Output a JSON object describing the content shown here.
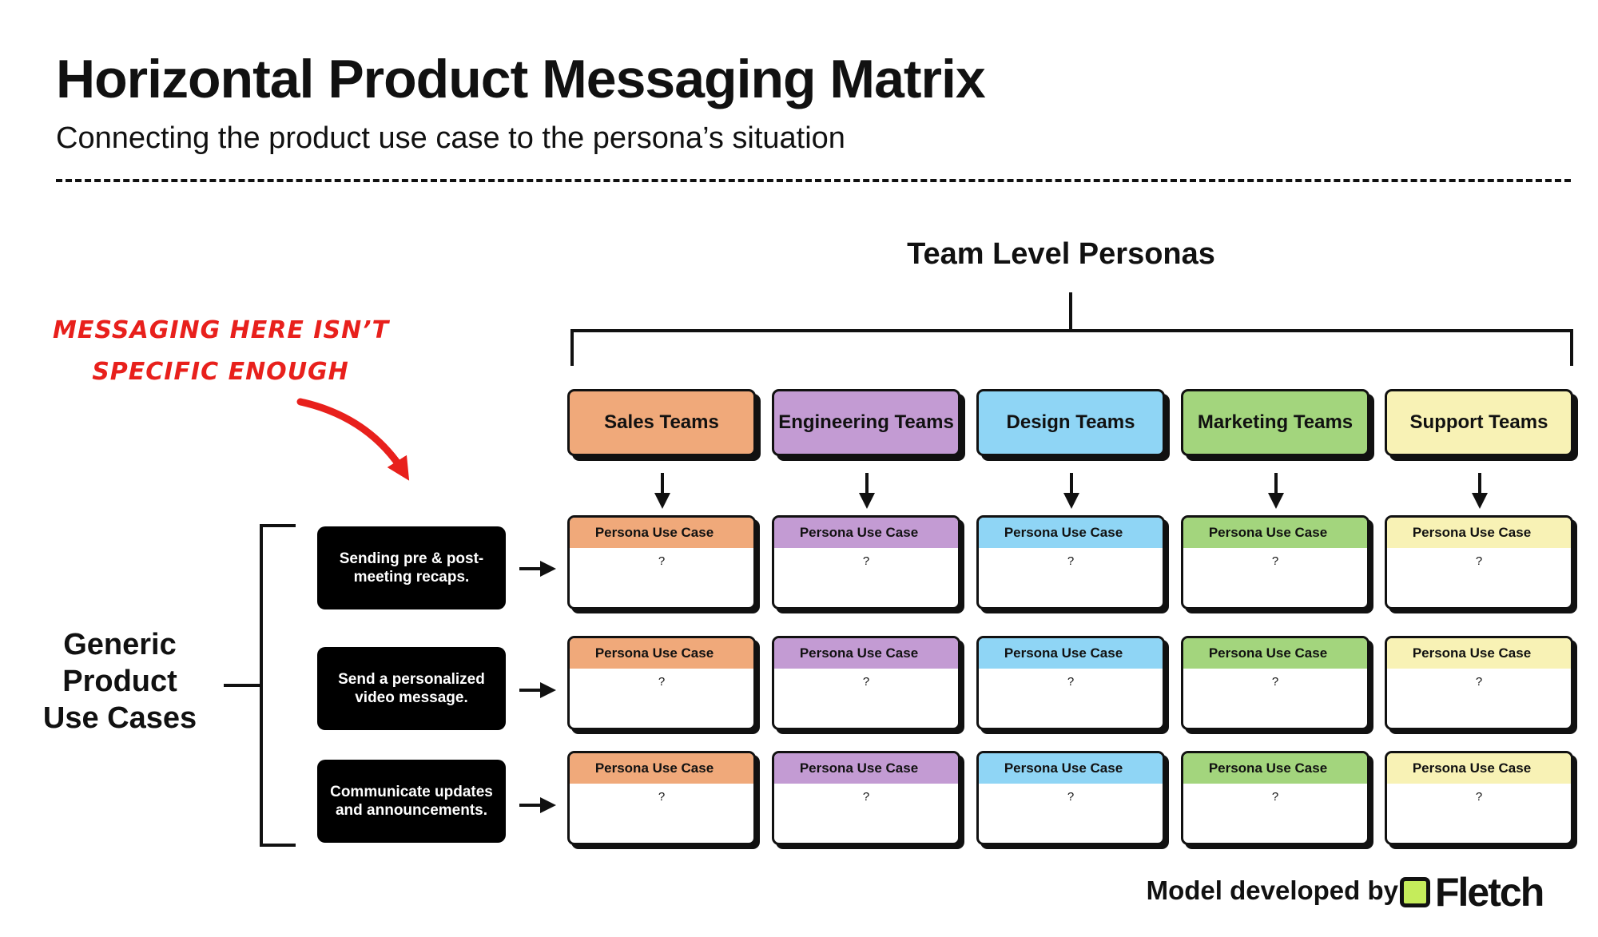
{
  "header": {
    "title": "Horizontal Product Messaging Matrix",
    "subtitle": "Connecting the product use case to the persona’s situation"
  },
  "personas": {
    "heading": "Team Level Personas",
    "teams": [
      {
        "label": "Sales Teams",
        "color": "#f0a97a"
      },
      {
        "label": "Engineering Teams",
        "color": "#c39bd3"
      },
      {
        "label": "Design Teams",
        "color": "#8fd5f5"
      },
      {
        "label": "Marketing Teams",
        "color": "#a3d57d"
      },
      {
        "label": "Support Teams",
        "color": "#f8f2b5"
      }
    ]
  },
  "callout": {
    "lines": [
      "Messaging here isn’t",
      "specific enough"
    ],
    "color": "#e8201c"
  },
  "use_cases": {
    "label_lines": [
      "Generic",
      "Product",
      "Use Cases"
    ],
    "items": [
      {
        "lines": [
          "Sending pre & post-",
          "meeting recaps."
        ]
      },
      {
        "lines": [
          "Send a personalized",
          "video message."
        ]
      },
      {
        "lines": [
          "Communicate updates",
          "and announcements."
        ]
      }
    ]
  },
  "cell": {
    "header": "Persona Use Case",
    "value": "?"
  },
  "footer": {
    "credit": "Model developed by",
    "brand": "Fletch",
    "brand_color": "#c5ec5b"
  }
}
